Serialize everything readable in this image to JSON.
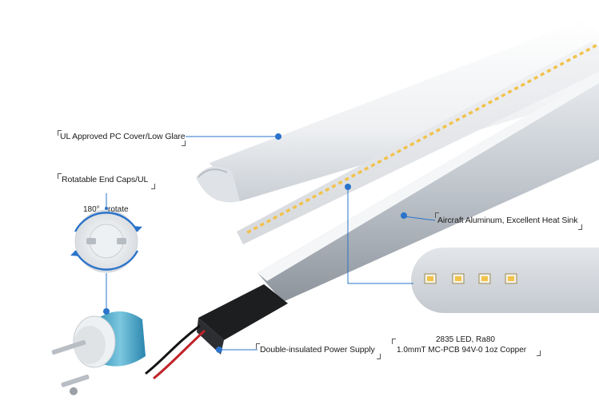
{
  "callouts": {
    "cover": "UL Approved PC Cover/Low Glare",
    "end_caps": "Rotatable End Caps/UL",
    "aluminum": "Aircraft Aluminum, Excellent Heat Sink",
    "power": "Double-insulated Power Supply"
  },
  "rotation": {
    "degrees": "180°",
    "word": "rotate"
  },
  "led_spec": {
    "line1": "2835 LED, Ra80",
    "line2": "1.0mmT  MC-PCB  94V-0  1oz Copper"
  },
  "colors": {
    "callout_blue": "#2a73c9",
    "accent_teal": "#4aa8cc",
    "led_yellow": "#f2c24a"
  }
}
